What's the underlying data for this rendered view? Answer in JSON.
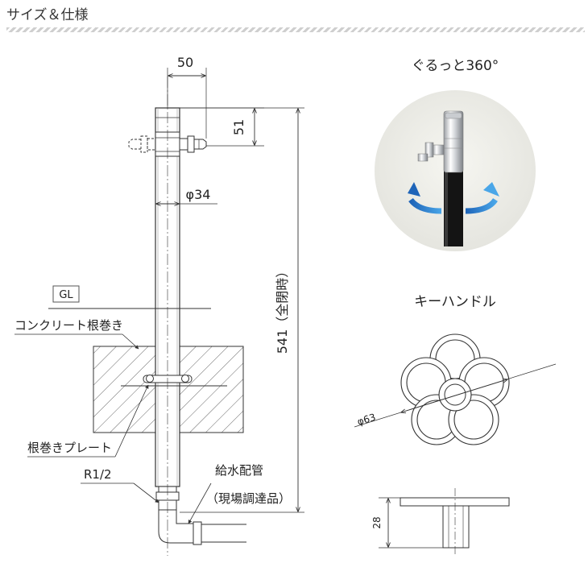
{
  "header": {
    "title": "サイズ＆仕様"
  },
  "dimensions": {
    "width_50": "50",
    "height_51": "51",
    "diameter_34": "φ34",
    "height_541": "541（全閉時）"
  },
  "labels": {
    "gl": "GL",
    "concrete": "コンクリート根巻き",
    "plate": "根巻きプレート",
    "thread": "R1/2",
    "supply_pipe": "給水配管",
    "supply_pipe_note": "（現場調達品）"
  },
  "rotation": {
    "caption": "ぐるっと360°"
  },
  "key_handle": {
    "title": "キーハンドル",
    "diameter": "φ63",
    "height": "28"
  }
}
